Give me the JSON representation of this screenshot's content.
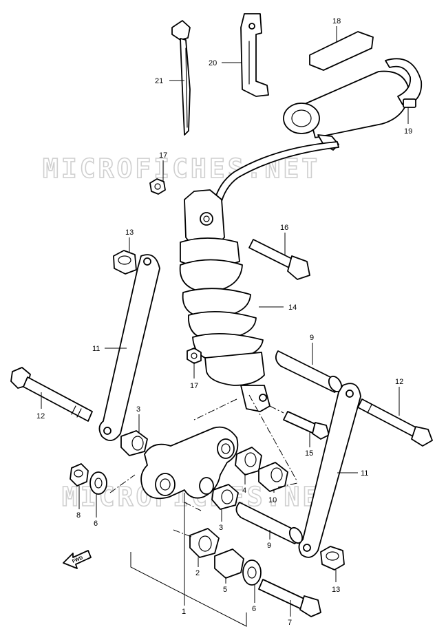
{
  "watermark": "MICROFICHES.NET",
  "direction_label": "FWD",
  "callouts": {
    "p21": "21",
    "p20": "20",
    "p18": "18",
    "p19": "19",
    "p17a": "17",
    "p13a": "13",
    "p16": "16",
    "p14": "14",
    "p11a": "11",
    "p9a": "9",
    "p12a": "12",
    "p12b": "12",
    "p17b": "17",
    "p3a": "3",
    "p15": "15",
    "p11b": "11",
    "p8": "8",
    "p6a": "6",
    "p4": "4",
    "p10": "10",
    "p3b": "3",
    "p9b": "9",
    "p2": "2",
    "p5": "5",
    "p13b": "13",
    "p6b": "6",
    "p1": "1",
    "p7": "7"
  }
}
